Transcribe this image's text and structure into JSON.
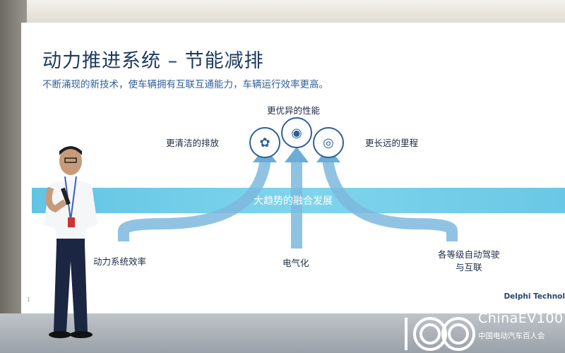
{
  "slide": {
    "title": "动力推进系统 – 节能减排",
    "subtitle": "不断涌现的新技术，使车辆拥有互联互通能力，车辆运行效率更高。",
    "band_text": "大趋势的融合发展",
    "inputs": [
      "动力系统效率",
      "电气化",
      "各等级自动驾驶\n与互联"
    ],
    "outcomes": [
      "更清洁的排放",
      "更优异的性能",
      "更长远的里程"
    ],
    "brand": "Delphi Technol",
    "page_number": "1"
  },
  "event_logo": {
    "number": "100",
    "name_en": "ChinaEV100",
    "name_cn": "中国电动汽车百人会"
  },
  "colors": {
    "title": "#1c3a5e",
    "accent": "#2f5f95",
    "band": "#5cc4e6",
    "arrow": "#7db9de"
  },
  "icons": [
    "leaf-icon",
    "car-gauge-icon",
    "map-pin-icon"
  ]
}
